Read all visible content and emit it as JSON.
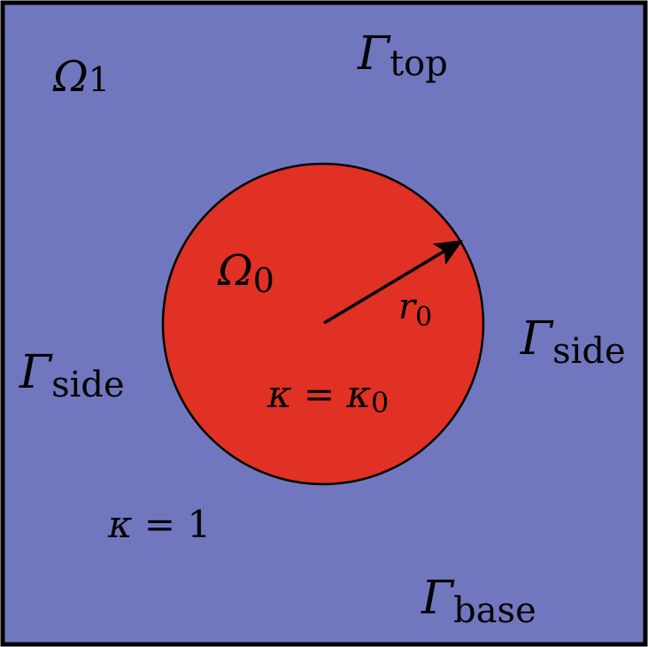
{
  "colors": {
    "domain_fill": "#7177bf",
    "inclusion_fill": "#e03124",
    "stroke": "#000000",
    "text": "#000000"
  },
  "labels": {
    "omega1": {
      "main": "Ω",
      "sub": "1"
    },
    "omega0": {
      "main": "Ω",
      "sub": "0"
    },
    "gamma_top": {
      "main": "Γ",
      "sub": "top"
    },
    "gamma_side_left": {
      "main": "Γ",
      "sub": "side"
    },
    "gamma_side_right": {
      "main": "Γ",
      "sub": "side"
    },
    "gamma_base": {
      "main": "Γ",
      "sub": "base"
    },
    "radius": {
      "main": "r",
      "sub": "0"
    },
    "kappa_inner": {
      "lhs": "κ",
      "eq": " = ",
      "rhs": "κ",
      "sub": "0"
    },
    "kappa_outer": {
      "lhs": "κ",
      "eq": " = ",
      "rhs": "1"
    }
  }
}
